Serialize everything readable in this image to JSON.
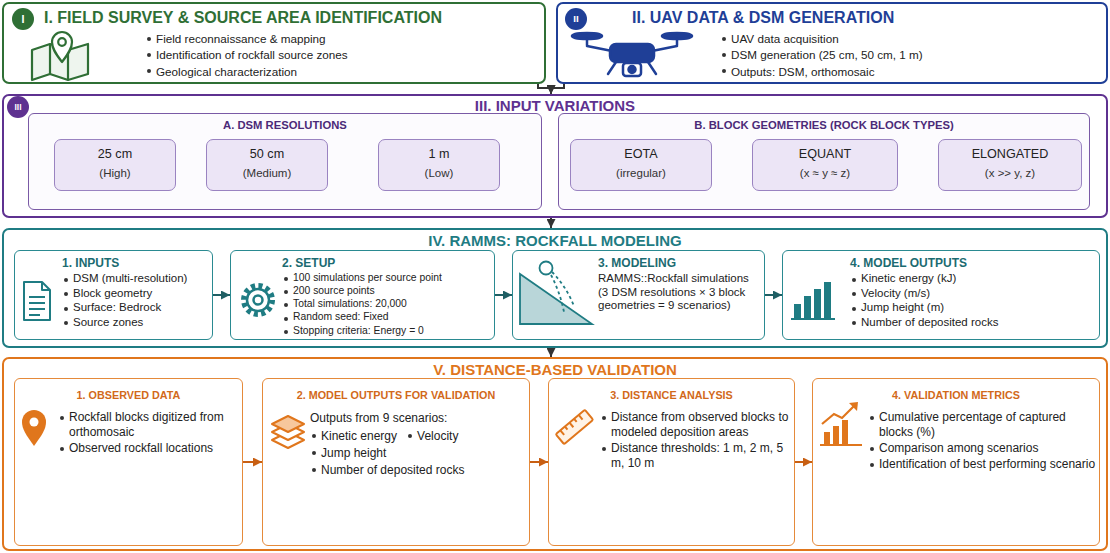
{
  "diagram": {
    "nodes": [
      {
        "text": [
          "I. FIELD SURVEY & SOURCE AREA IDENTIFICATION",
          "Field reconnaissance & mapping",
          "Identification of rockfall source zones",
          "Geological characterization"
        ]
      },
      {
        "text": [
          "I"
        ],
        "in": 0
      },
      {
        "text": [
          "II. UAV DATA & DSM GENERATION",
          "UAV data acquisition",
          "DSM generation (25 cm, 50 cm, 1 m)",
          "Outputs: DSM, orthomosaic"
        ]
      },
      {
        "text": [
          "II"
        ],
        "in": 2
      },
      {
        "text": [
          "III. INPUT VARIATIONS"
        ]
      },
      {
        "text": [
          "III"
        ],
        "in": 4
      },
      {
        "text": [
          "A. DSM RESOLUTIONS"
        ],
        "in": 4
      },
      {
        "text": [
          "25 cm",
          "(High)"
        ],
        "in": 6
      },
      {
        "text": [
          "50 cm",
          "(Medium)"
        ],
        "in": 6
      },
      {
        "text": [
          "1 m",
          "(Low)"
        ],
        "in": 6
      },
      {
        "text": [
          "B. BLOCK GEOMETRIES (ROCK BLOCK TYPES)"
        ],
        "in": 4
      },
      {
        "text": [
          "EOTA",
          "(irregular)"
        ],
        "in": 10
      },
      {
        "text": [
          "EQUANT",
          "(x ≈ y ≈ z)"
        ],
        "in": 10
      },
      {
        "text": [
          "ELONGATED",
          "(x >> y, z)"
        ],
        "in": 10
      },
      {
        "text": [
          "IV.  RAMMS: ROCKFALL MODELING"
        ]
      },
      {
        "text": [
          "1. INPUTS",
          "DSM (multi-resolution)",
          "Block geometry",
          "Surface: Bedrock",
          "Source zones"
        ],
        "in": 14
      },
      {
        "text": [
          "2. SETUP",
          "100 simulations per source point",
          "200 source points",
          "Total simulations: 20,000",
          "Random seed: Fixed",
          "Stopping criteria: Energy = 0"
        ],
        "in": 14
      },
      {
        "text": [
          "3. MODELING",
          "RAMMS::Rockfall simulations (3 DSM resolutions × 3 block geometries = 9 scenarios)"
        ],
        "in": 14
      },
      {
        "text": [
          "4. MODEL OUTPUTS",
          "Kinetic energy (kJ)",
          "Velocity (m/s)",
          "Jump height (m)",
          "Number of deposited rocks"
        ],
        "in": 14
      },
      {
        "text": [
          "V.  DISTANCE-BASED VALIDATION"
        ]
      },
      {
        "text": [
          "1. OBSERVED DATA",
          "Rockfall blocks digitized from orthomosaic",
          "Observed rockfall locations"
        ],
        "in": 19
      },
      {
        "text": [
          "2. MODEL OUTPUTS FOR VALIDATION",
          "Outputs from 9 scenarios:",
          "Kinetic energy",
          "Velocity",
          "Jump height",
          "Number of deposited rocks"
        ],
        "in": 19
      },
      {
        "text": [
          "3. DISTANCE ANALYSIS",
          "Distance from observed blocks to modeled deposition areas",
          "Distance thresholds: 1 m, 2 m, 5 m, 10 m"
        ],
        "in": 19
      },
      {
        "text": [
          "4. VALIDATION METRICS",
          "Cumulative percentage of captured blocks (%)",
          "Comparison among scenarios",
          "Identification of best performing scenario"
        ],
        "in": 19
      }
    ],
    "edges": [
      {
        "from": 0,
        "to": 4,
        "arrow": "to"
      },
      {
        "from": 2,
        "to": 4,
        "arrow": "to"
      },
      {
        "from": 4,
        "to": 14,
        "arrow": "to"
      },
      {
        "from": 14,
        "to": 19,
        "arrow": "to"
      },
      {
        "from": 15,
        "to": 16,
        "arrow": "to"
      },
      {
        "from": 16,
        "to": 17,
        "arrow": "to"
      },
      {
        "from": 17,
        "to": 18,
        "arrow": "to"
      },
      {
        "from": 20,
        "to": 21,
        "arrow": "to"
      },
      {
        "from": 21,
        "to": 22,
        "arrow": "to"
      },
      {
        "from": 22,
        "to": 23,
        "arrow": "to"
      }
    ]
  }
}
